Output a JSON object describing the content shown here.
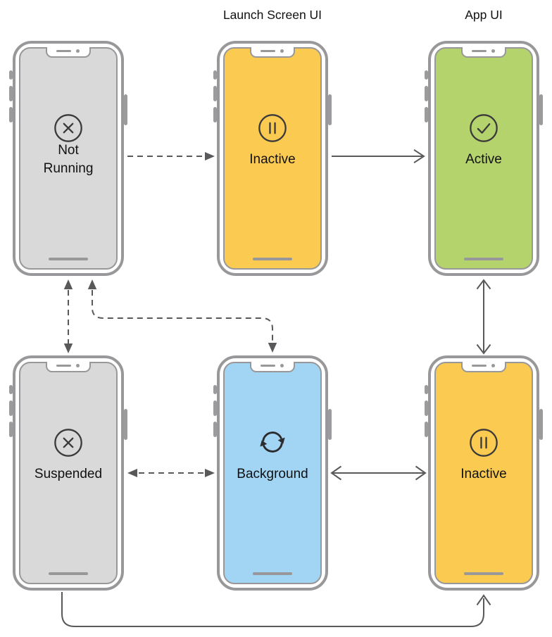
{
  "column_headers": {
    "launch": "Launch Screen UI",
    "app": "App UI"
  },
  "phones": [
    {
      "state": "Not Running",
      "label": "Not\nRunning",
      "icon": "x-circle",
      "screen_color": "#D9D9D9"
    },
    {
      "state": "Inactive",
      "label": "Inactive",
      "icon": "pause-circle",
      "screen_color": "#FBCA51"
    },
    {
      "state": "Active",
      "label": "Active",
      "icon": "check-circle",
      "screen_color": "#B4D36C"
    },
    {
      "state": "Suspended",
      "label": "Suspended",
      "icon": "x-circle",
      "screen_color": "#D9D9D9"
    },
    {
      "state": "Background",
      "label": "Background",
      "icon": "refresh",
      "screen_color": "#A2D4F4"
    },
    {
      "state": "Inactive",
      "label": "Inactive",
      "icon": "pause-circle",
      "screen_color": "#FBCA51"
    }
  ],
  "arrows": [
    {
      "from": "Not Running",
      "to": "Inactive (Launch Screen UI)",
      "style": "dashed",
      "bidirectional": false
    },
    {
      "from": "Inactive (Launch Screen UI)",
      "to": "Active",
      "style": "solid",
      "bidirectional": false
    },
    {
      "from": "Not Running",
      "to": "Suspended",
      "style": "dashed",
      "bidirectional": true
    },
    {
      "from": "Not Running",
      "to": "Background",
      "style": "dashed",
      "bidirectional": true
    },
    {
      "from": "Active",
      "to": "Inactive (App UI)",
      "style": "solid",
      "bidirectional": true
    },
    {
      "from": "Suspended",
      "to": "Background",
      "style": "dashed",
      "bidirectional": true
    },
    {
      "from": "Background",
      "to": "Inactive (App UI)",
      "style": "solid",
      "bidirectional": true
    },
    {
      "from": "Suspended",
      "to": "Inactive (App UI)",
      "style": "solid",
      "bidirectional": false
    }
  ],
  "colors": {
    "frame": "#98989B",
    "button": "#9B9B9E",
    "arrow": "#59595C",
    "icon": "#3A3A3C",
    "text": "#111111",
    "gray_screen": "#D9D9D9",
    "yellow_screen": "#FBCA51",
    "green_screen": "#B4D36C",
    "blue_screen": "#A2D4F4"
  }
}
